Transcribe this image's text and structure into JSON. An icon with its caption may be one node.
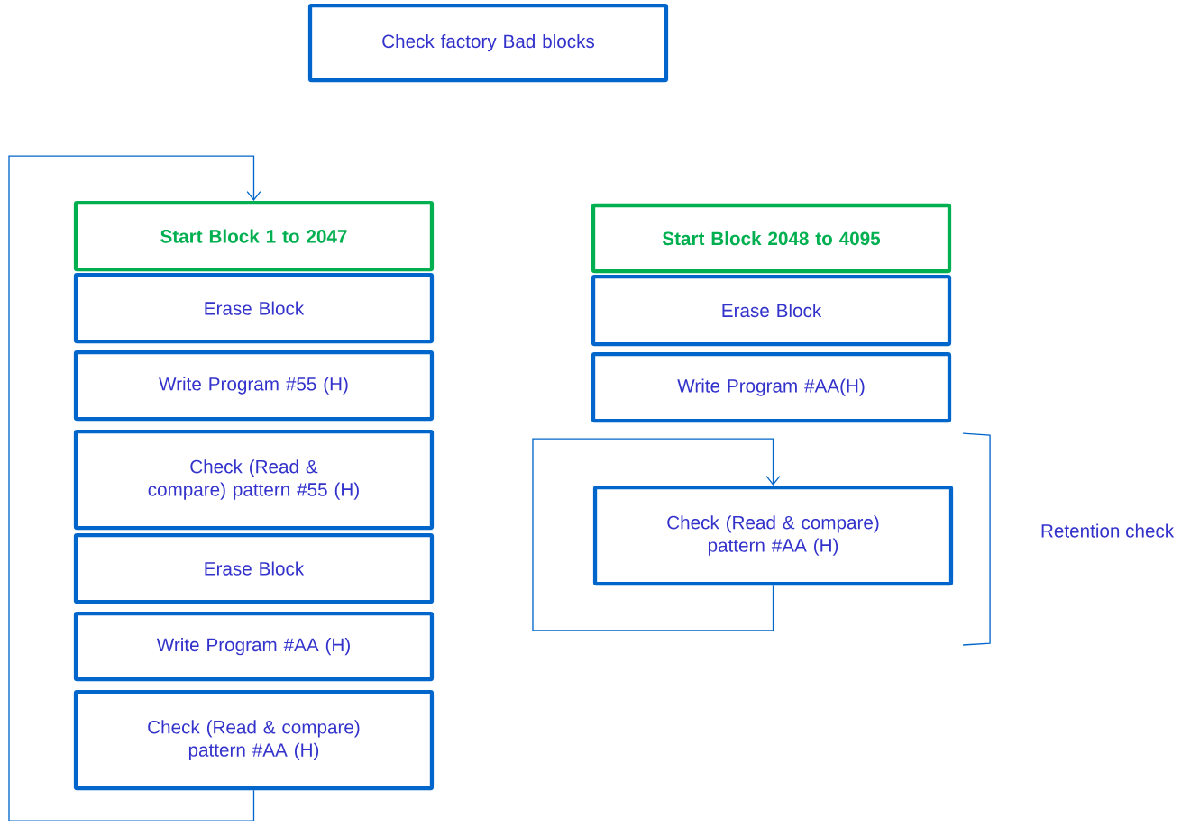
{
  "diagram": {
    "nodes": [
      {
        "text": [
          "Check factory Bad blocks"
        ]
      },
      {
        "text": [
          "Start Block 1 to 2047"
        ]
      },
      {
        "text": [
          "Erase Block"
        ]
      },
      {
        "text": [
          "Write Program #55 (H)"
        ]
      },
      {
        "text": [
          "Check (Read & compare) pattern #55 (H)"
        ]
      },
      {
        "text": [
          "Erase Block"
        ]
      },
      {
        "text": [
          "Write Program #AA (H)"
        ]
      },
      {
        "text": [
          "Check (Read & compare) pattern #AA (H)"
        ]
      },
      {
        "text": [
          "Start Block 2048 to 4095"
        ]
      },
      {
        "text": [
          "Erase Block"
        ]
      },
      {
        "text": [
          "Write Program #AA(H)"
        ]
      },
      {
        "text": [
          "Check (Read & compare) pattern #AA (H)"
        ]
      }
    ],
    "edges": [
      {
        "from": 7,
        "to": 1,
        "arrow": "to"
      },
      {
        "from": 11,
        "to": 11,
        "arrow": "to"
      }
    ],
    "labels": [
      "Retention check"
    ]
  }
}
